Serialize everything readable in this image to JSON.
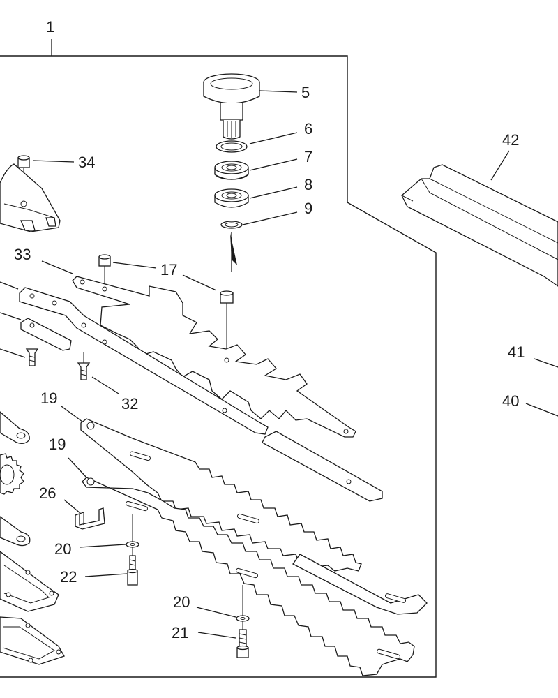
{
  "callouts": {
    "c1": "1",
    "c5": "5",
    "c6": "6",
    "c7": "7",
    "c8": "8",
    "c9": "9",
    "c17": "17",
    "c19a": "19",
    "c19b": "19",
    "c20a": "20",
    "c20b": "20",
    "c21": "21",
    "c22": "22",
    "c26": "26",
    "c32": "32",
    "c33": "33",
    "c34": "34",
    "c40": "40",
    "c41": "41",
    "c42": "42"
  },
  "colors": {
    "ink": "#1a1a1a",
    "paper": "#ffffff"
  }
}
